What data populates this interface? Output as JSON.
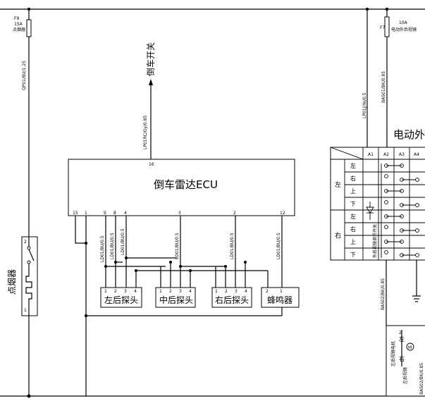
{
  "top_right": {
    "fuse_f7": "F7",
    "fuse_f7_rating": "10A",
    "fuse_f7_name": "电动外后视镜",
    "wire_f7": "LP01J/Ye/0.5",
    "wire_mirror": "BAS01/BK/0.85",
    "mirror_title": "电动外"
  },
  "left": {
    "fuse_f9": "F9",
    "fuse_f9_rating": "15A",
    "fuse_f9_name": "点烟器",
    "wire_f9": "QP01/BU/1.25",
    "lighter_label": "点烟器",
    "pin2": "2",
    "pin1": "1"
  },
  "ecu": {
    "title": "倒车雷达ECU",
    "switch_label": "倒车开关",
    "wire_switch": "LP01RC/Gy/0.85",
    "pins": [
      "16",
      "15",
      "1",
      "9",
      "8",
      "4",
      "3",
      "2",
      "12"
    ],
    "wires": [
      "LD01/BU/0.5",
      "LD01/BU/0.5",
      "LD01/BU/0.5",
      "LD01/BU/0.5",
      "LD01/BU/0.5",
      "LD01/BU/0.5"
    ]
  },
  "sensors": [
    {
      "label": "左后探头",
      "pins": [
        "1",
        "2",
        "3",
        "4"
      ]
    },
    {
      "label": "中后探头",
      "pins": [
        "1",
        "2",
        "3",
        "4"
      ]
    },
    {
      "label": "右后探头",
      "pins": [
        "1",
        "2",
        "3",
        "4"
      ]
    },
    {
      "label": "蜂鸣器",
      "pins": [
        "2",
        "1"
      ]
    }
  ],
  "switch_table": {
    "headers": [
      "A1",
      "A2",
      "A3",
      "A4"
    ],
    "groups": [
      "左",
      "右"
    ],
    "rows": [
      "左",
      "右",
      "上",
      "下",
      "左",
      "右",
      "上",
      "下"
    ],
    "side_label": "外后视镜调节开关"
  },
  "bottom_right": {
    "wire_a": "BAS02/BK/0.85",
    "wire_b": "BAS02/BK/0.85",
    "motor_label": "左后视镜电机",
    "motor_pin": "2",
    "motor_pos_top": "左",
    "motor_pos_bottom": "右",
    "motor_label_2": "左后视镜"
  }
}
